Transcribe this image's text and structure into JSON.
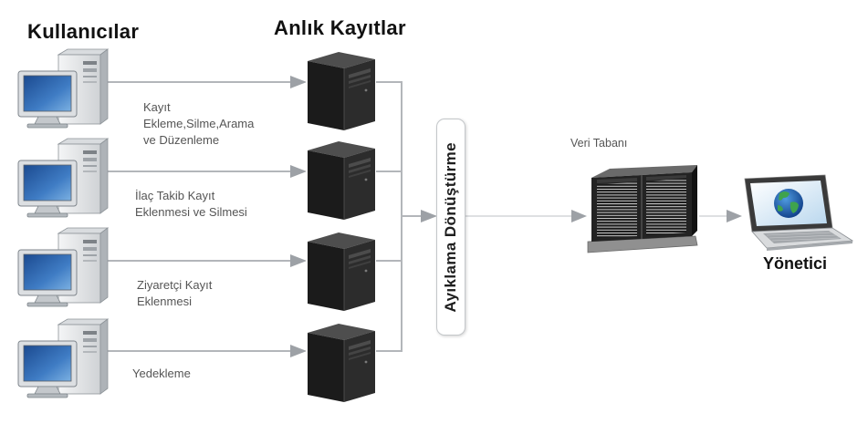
{
  "diagram": {
    "users_heading": "Kullanıcılar",
    "instant_records_heading": "Anlık Kayıtlar",
    "flows": [
      {
        "label_lines": [
          "Kayıt",
          "Ekleme,Silme,Arama",
          "ve Düzenleme"
        ]
      },
      {
        "label_lines": [
          "İlaç Takib Kayıt",
          "Eklenmesi ve Silmesi"
        ]
      },
      {
        "label_lines": [
          "Ziyaretçi Kayıt",
          "Eklenmesi"
        ]
      },
      {
        "label_lines": [
          "Yedekleme"
        ]
      }
    ],
    "process_label": "Ayıklama Dönüştürme",
    "database_label": "Veri Tabanı",
    "admin_label": "Yönetici"
  },
  "icons": {
    "user_computer": "desktop-computer-icon",
    "server": "server-tower-icon",
    "database": "database-server-rack-icon",
    "admin": "laptop-globe-icon",
    "connector": "arrow-icon"
  },
  "colors": {
    "connector": "#b3b6ba",
    "connector_light": "#d3d6d9",
    "arrowhead": "#9da1a6",
    "label_text": "#555555",
    "heading_text": "#111111",
    "process_border": "#c4c7ca"
  }
}
